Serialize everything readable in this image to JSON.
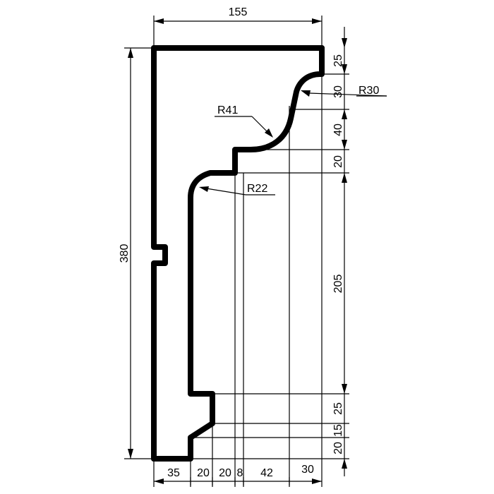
{
  "drawing": {
    "dimensions": {
      "overall_width": "155",
      "overall_height": "380",
      "right_25_top": "25",
      "right_30": "30",
      "right_40": "40",
      "right_20_mid": "20",
      "right_205": "205",
      "right_25_bottom": "25",
      "right_15": "15",
      "right_20_bottom": "20",
      "bottom_35": "35",
      "bottom_20a": "20",
      "bottom_20b": "20",
      "bottom_8": "8",
      "bottom_42": "42",
      "bottom_30": "30"
    },
    "radii": {
      "r30": "R30",
      "r41": "R41",
      "r22": "R22"
    }
  }
}
